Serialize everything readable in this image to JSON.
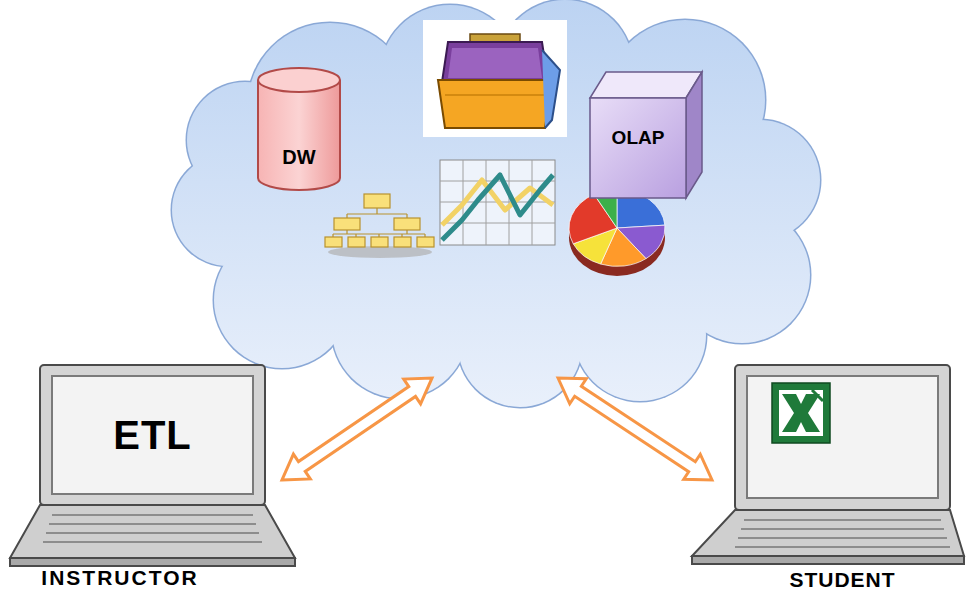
{
  "diagram": {
    "nodes": [
      {
        "text": [
          "DW"
        ]
      },
      {
        "text": [
          "OLAP"
        ]
      },
      {
        "text": [
          "ETL",
          "INSTRUCTOR"
        ]
      },
      {
        "text": [
          "STUDENT"
        ]
      }
    ]
  }
}
